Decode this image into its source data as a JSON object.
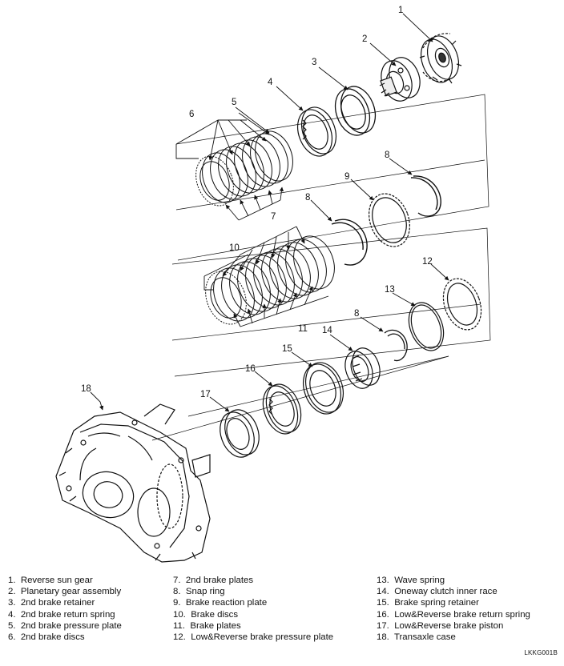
{
  "callouts": [
    "1",
    "2",
    "3",
    "4",
    "5",
    "6",
    "7",
    "8",
    "9",
    "10",
    "11",
    "12",
    "13",
    "14",
    "15",
    "16",
    "17",
    "18"
  ],
  "legend": {
    "col1": [
      {
        "num": "1.",
        "label": "Reverse sun gear"
      },
      {
        "num": "2.",
        "label": "Planetary gear assembly"
      },
      {
        "num": "3.",
        "label": "2nd brake retainer"
      },
      {
        "num": "4.",
        "label": "2nd brake return spring"
      },
      {
        "num": "5.",
        "label": "2nd brake pressure plate"
      },
      {
        "num": "6.",
        "label": "2nd brake discs"
      }
    ],
    "col2": [
      {
        "num": "7.",
        "label": "2nd brake plates"
      },
      {
        "num": "8.",
        "label": "Snap ring"
      },
      {
        "num": "9.",
        "label": "Brake reaction plate"
      },
      {
        "num": "10.",
        "label": "Brake discs"
      },
      {
        "num": "11.",
        "label": "Brake plates"
      },
      {
        "num": "12.",
        "label": "Low&Reverse brake pressure plate"
      }
    ],
    "col3": [
      {
        "num": "13.",
        "label": "Wave spring"
      },
      {
        "num": "14.",
        "label": "Oneway clutch inner race"
      },
      {
        "num": "15.",
        "label": "Brake spring retainer"
      },
      {
        "num": "16.",
        "label": "Low&Reverse brake return spring"
      },
      {
        "num": "17.",
        "label": "Low&Reverse brake piston"
      },
      {
        "num": "18.",
        "label": "Transaxle case"
      }
    ]
  },
  "figure_code": "LKKG001B"
}
